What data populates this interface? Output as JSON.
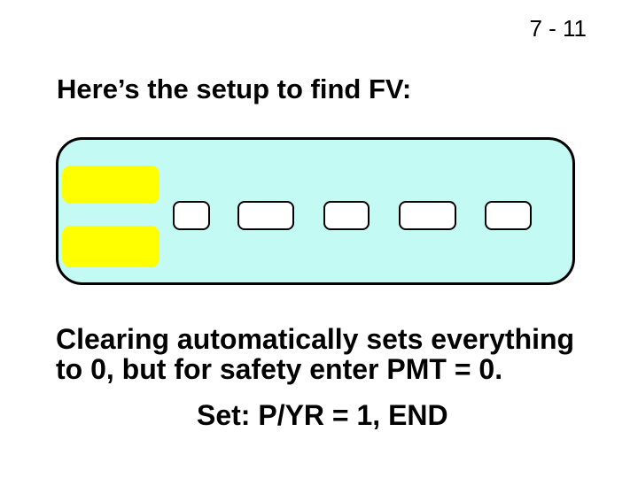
{
  "slide": {
    "page_number": "7 - 11",
    "title": "Here’s the setup to find FV:",
    "body_lines": [
      "Clearing automatically sets everything",
      "to 0, but for safety enter PMT = 0."
    ],
    "set_line": "Set: P/YR = 1, END",
    "background_color": "#ffffff",
    "text_color": "#000000"
  },
  "calculator": {
    "panel_color": "#c3fbf4",
    "outline_color": "#000000",
    "display_blocks": [
      {
        "id": "display-block-top",
        "color": "#ffff00"
      },
      {
        "id": "display-block-bottom",
        "color": "#ffff00"
      }
    ],
    "keys": [
      {
        "id": "key-1",
        "color": "#ffffff"
      },
      {
        "id": "key-2",
        "color": "#ffffff"
      },
      {
        "id": "key-3",
        "color": "#ffffff"
      },
      {
        "id": "key-4",
        "color": "#ffffff"
      },
      {
        "id": "key-5",
        "color": "#ffffff"
      }
    ]
  }
}
